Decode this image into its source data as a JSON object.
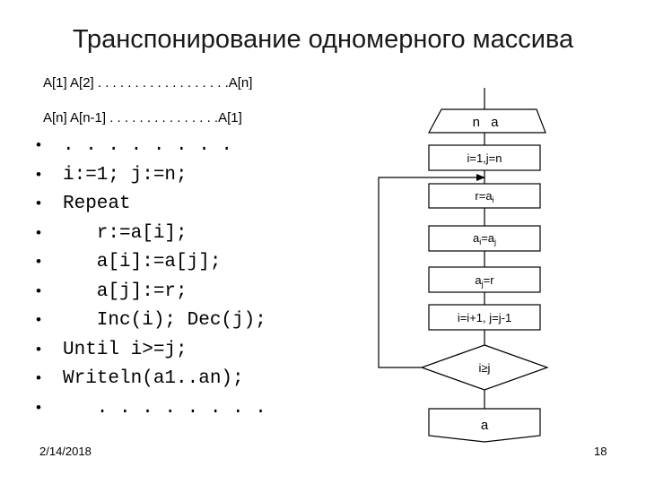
{
  "slide": {
    "title": "Транспонирование одномерного массива",
    "array_line_1": "A[1] A[2] . . . . . . . . . . . . . . . . . .A[n]",
    "array_line_2": "A[n] A[n-1] . .  . . . . . . . . . . . . .A[1]",
    "code_lines": [
      ". . . . . . . .",
      "i:=1; j:=n;",
      "Repeat",
      "   r:=a[i];",
      "   a[i]:=a[j];",
      "   a[j]:=r;",
      "   Inc(i); Dec(j);",
      "Until i>=j;",
      "Writeln(a1..an);",
      "   . . . . . . . ."
    ],
    "bullet": "•",
    "date": "2/14/2018",
    "page_number": "18"
  },
  "flowchart": {
    "input_label": "n a",
    "init_label": "i=1,j=n",
    "step1": {
      "lhs": "r=a",
      "sub": "i"
    },
    "step2": {
      "lhs": "a",
      "lhs_sub": "i",
      "mid": "=a",
      "rhs_sub": "j"
    },
    "step3": {
      "lhs": "a",
      "lhs_sub": "j",
      "rhs": "=r"
    },
    "increment_label": "i=i+1, j=j-1",
    "condition_label": "i≥j",
    "output_label": "a"
  }
}
